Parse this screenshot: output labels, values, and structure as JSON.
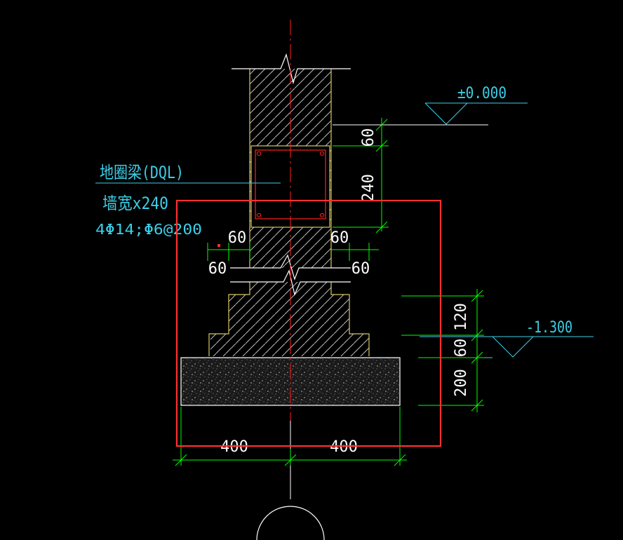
{
  "colors": {
    "background": "#000000",
    "wall": "#d8c860",
    "hatch": "#c8c8c8",
    "centerline": "#ff2020",
    "dimension": "#00ff00",
    "text_white": "#ffffff",
    "text_cyan": "#3ccfe8",
    "selection": "#ff3030",
    "beam": "#ff2020"
  },
  "labels": {
    "beam_name": "地圈梁(DQL)",
    "wall_width": "墙宽x240",
    "rebar": "4Φ14;Φ6@200",
    "elev_top": "±0.000",
    "elev_bottom": "-1.300"
  },
  "dimensions": {
    "beam_offset": "60",
    "beam_height": "240",
    "step_left_top": "60",
    "step_right_top": "60",
    "step_left": "60",
    "step_right": "60",
    "footing_step": "120",
    "footing_mid": "60",
    "pad_height": "200",
    "base_left": "400",
    "base_right": "400"
  }
}
